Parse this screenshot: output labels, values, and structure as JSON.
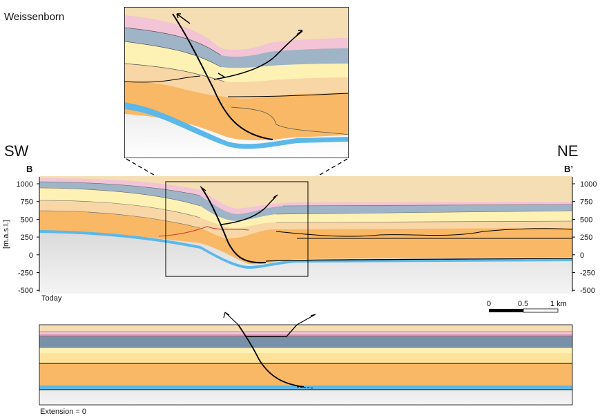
{
  "location": "Weissenborn",
  "dir_left": "SW",
  "dir_right": "NE",
  "end_left": "B",
  "end_right": "B’",
  "y_axis": {
    "label": "[m.a.s.l.]",
    "ticks": [
      "1000",
      "750",
      "500",
      "250",
      "0",
      "-250",
      "-500"
    ]
  },
  "state_today": "Today",
  "state_restored": "Extension = 0",
  "scale_bar": {
    "labels": [
      "0",
      "0.5",
      "1 km"
    ]
  },
  "colors": {
    "beige": "#f5deb3",
    "pink": "#f2c4d6",
    "blue_grey": "#9fb4c6",
    "pale_yellow": "#fdf2b3",
    "peach": "#f9d6a6",
    "orange": "#f9b865",
    "light_blue": "#5bb8e8",
    "basement_top": "#c8c8c8",
    "basement_bottom": "#ffffff"
  }
}
